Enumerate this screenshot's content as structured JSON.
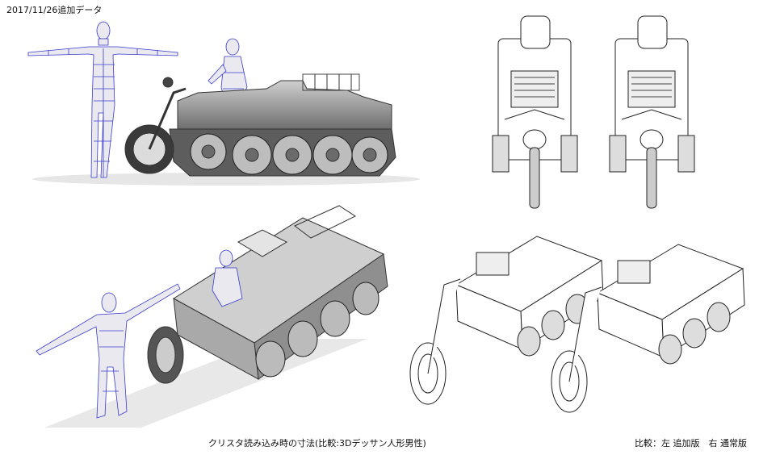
{
  "header": {
    "date_label": "2017/11/26追加データ"
  },
  "captions": {
    "dimension_note": "クリスタ読み込み時の寸法(比較:3Dデッサン人形男性)",
    "comparison_note": "比較：左 追加版　右 通常版"
  },
  "colors": {
    "mannequin_fill": "#e9e9ef",
    "mannequin_grid": "#3a3ad0",
    "vehicle_gray": "#8c8c8c",
    "lineart": "#222222"
  }
}
